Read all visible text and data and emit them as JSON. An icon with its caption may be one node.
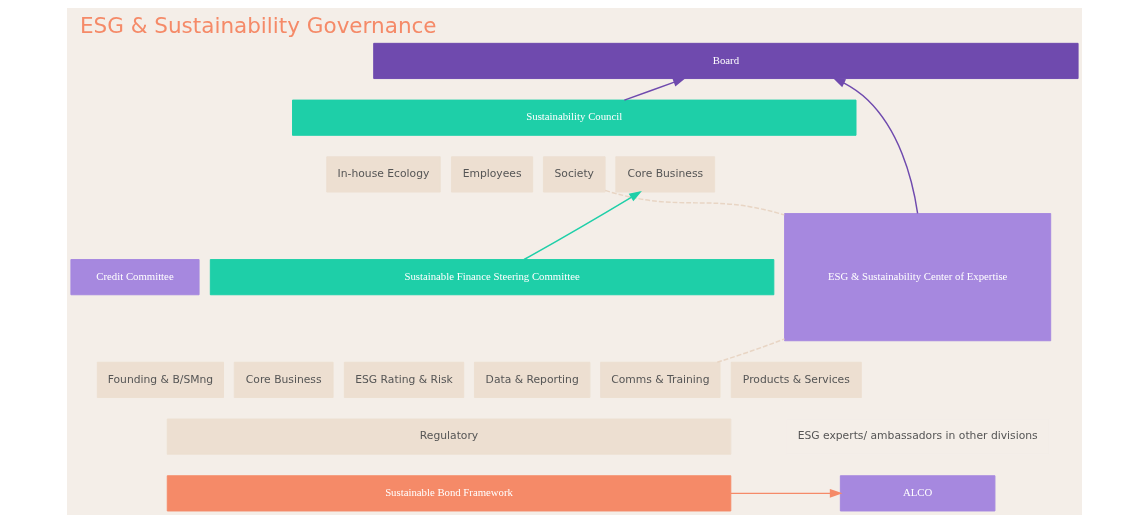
{
  "diagram": {
    "title": "ESG & Sustainability Governance",
    "nodes": [
      {
        "text": [
          "Board"
        ]
      },
      {
        "text": [
          "Sustainability Council"
        ]
      },
      {
        "text": [
          "Core Business"
        ]
      },
      {
        "text": [
          "In-house Ecology"
        ]
      },
      {
        "text": [
          "Employees"
        ]
      },
      {
        "text": [
          "Society"
        ]
      },
      {
        "text": [
          "Credit Committee"
        ]
      },
      {
        "text": [
          "Sustainable Finance Steering Committee"
        ]
      },
      {
        "text": [
          "Products & Services"
        ]
      },
      {
        "text": [
          "Founding & B/SMng"
        ]
      },
      {
        "text": [
          "Core Business"
        ]
      },
      {
        "text": [
          "ESG Rating & Risk"
        ]
      },
      {
        "text": [
          "Data & Reporting"
        ]
      },
      {
        "text": [
          "Comms & Training"
        ]
      },
      {
        "text": [
          "Regulatory"
        ]
      },
      {
        "text": [
          "ESG & Sustainability Center of Expertise"
        ]
      },
      {
        "text": [
          "ESG experts/ ambassadors in other divisions"
        ]
      },
      {
        "text": [
          "Sustainable Bond Framework"
        ]
      },
      {
        "text": [
          "ALCO"
        ]
      }
    ],
    "edges": [
      {
        "from": 1,
        "to": 0,
        "arrow": "to"
      },
      {
        "from": 15,
        "to": 0,
        "arrow": "to"
      },
      {
        "from": 7,
        "to": 2,
        "arrow": "to",
        "color": "#1ecfa8"
      },
      {
        "from": 5,
        "to": 15,
        "arrow": "none",
        "style": "dashed",
        "color": "#e8d5c4"
      },
      {
        "from": 13,
        "to": 15,
        "arrow": "none",
        "style": "dashed",
        "color": "#e8d5c4"
      },
      {
        "from": 17,
        "to": 18,
        "arrow": "to",
        "color": "#f58a68"
      }
    ]
  }
}
